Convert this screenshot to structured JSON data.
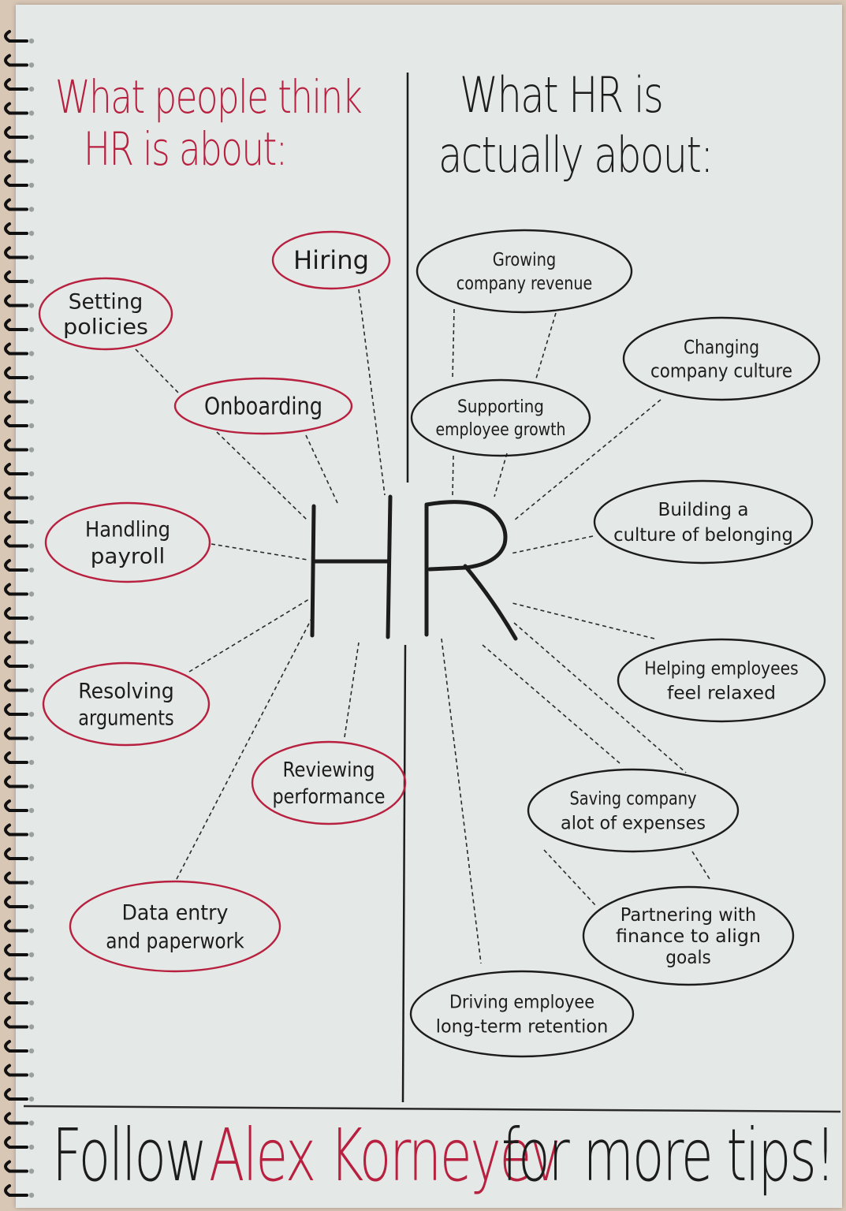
{
  "left_heading": {
    "line1": "What people think",
    "line2": "HR is about:"
  },
  "right_heading": {
    "line1": "What HR is",
    "line2": "actually about:"
  },
  "center": {
    "label": "HR"
  },
  "colors": {
    "pink": "#b8203f",
    "dark": "#1c1c1c",
    "paper": "#e4e8e6"
  },
  "left_nodes": [
    {
      "lines": [
        "Hiring"
      ]
    },
    {
      "lines": [
        "Setting",
        "policies"
      ]
    },
    {
      "lines": [
        "Onboarding"
      ]
    },
    {
      "lines": [
        "Handling",
        "payroll"
      ]
    },
    {
      "lines": [
        "Resolving",
        "arguments"
      ]
    },
    {
      "lines": [
        "Reviewing",
        "performance"
      ]
    },
    {
      "lines": [
        "Data entry",
        "and paperwork"
      ]
    }
  ],
  "right_nodes": [
    {
      "lines": [
        "Growing",
        "company revenue"
      ]
    },
    {
      "lines": [
        "Changing",
        "company culture"
      ]
    },
    {
      "lines": [
        "Supporting",
        "employee growth"
      ]
    },
    {
      "lines": [
        "Building a",
        "culture of belonging"
      ]
    },
    {
      "lines": [
        "Helping employees",
        "feel relaxed"
      ]
    },
    {
      "lines": [
        "Saving company",
        "alot of expenses"
      ]
    },
    {
      "lines": [
        "Partnering with",
        "finance to align",
        "goals"
      ]
    },
    {
      "lines": [
        "Driving employee",
        "long-term retention"
      ]
    }
  ],
  "footer": {
    "follow": "Follow",
    "name": "Alex Korneyev",
    "rest": "for more tips!"
  }
}
